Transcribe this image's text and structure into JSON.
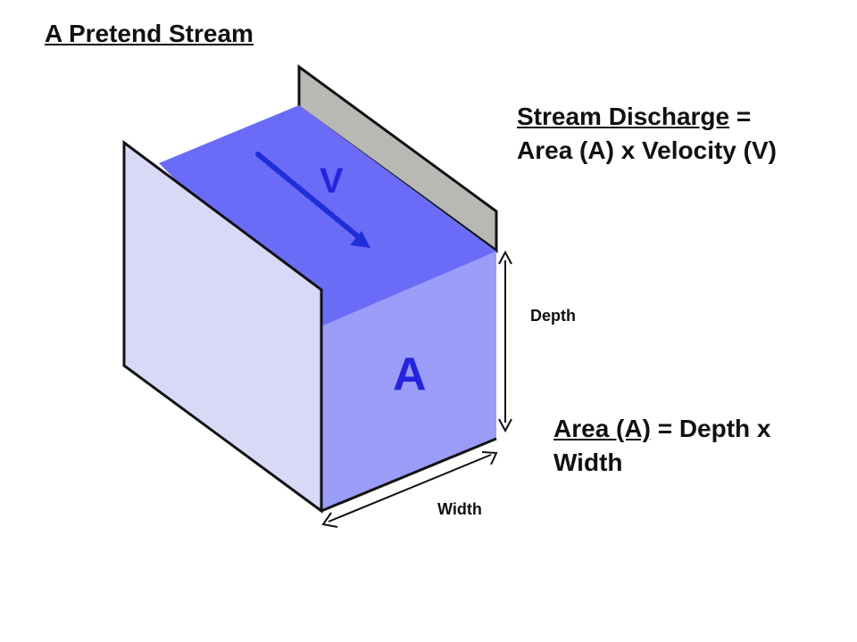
{
  "title": "A Pretend Stream",
  "formula": {
    "term": "Stream Discharge",
    "equals": " =",
    "line2": "Area (A) x Velocity (V)"
  },
  "area_formula": {
    "term": "Area (A)",
    "rest": " = Depth x",
    "line2": "Width"
  },
  "labels": {
    "depth": "Depth",
    "width": "Width",
    "velocity_symbol": "V",
    "area_symbol": "A"
  },
  "colors": {
    "water_top": "#6a6cf8",
    "water_front": "#9a9cf8",
    "side_wall": "#d8d9f6",
    "back_wall": "#b8b8b4",
    "arrow": "#1f2fd8",
    "symbol": "#2424e0"
  }
}
